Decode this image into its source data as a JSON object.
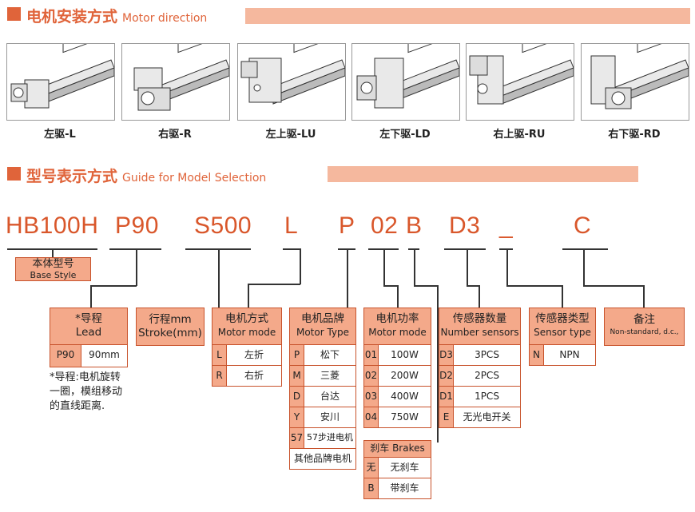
{
  "sections": {
    "direction": {
      "title_cn": "电机安装方式",
      "title_en": "Motor direction"
    },
    "model": {
      "title_cn": "型号表示方式",
      "title_en": "Guide for Model Selection"
    }
  },
  "directions": [
    "左驱-L",
    "右驱-R",
    "左上驱-LU",
    "左下驱-LD",
    "右上驱-RU",
    "右下驱-RD"
  ],
  "model_code": {
    "parts": [
      "HB100H",
      "P90",
      "S500",
      "L",
      "P",
      "02",
      "B",
      "D3",
      "_",
      "C"
    ]
  },
  "base_style": {
    "cn": "本体型号",
    "en": "Base Style"
  },
  "tables": {
    "lead": {
      "cn": "*导程",
      "en": "Lead",
      "rows": [
        [
          "P90",
          "90mm"
        ]
      ]
    },
    "stroke": {
      "cn": "行程mm",
      "en": "Stroke(mm)"
    },
    "motor_mode": {
      "cn": "电机方式",
      "en": "Motor mode",
      "rows": [
        [
          "L",
          "左折"
        ],
        [
          "R",
          "右折"
        ]
      ]
    },
    "motor_type": {
      "cn": "电机品牌",
      "en": "Motor Type",
      "rows": [
        [
          "P",
          "松下"
        ],
        [
          "M",
          "三菱"
        ],
        [
          "D",
          "台达"
        ],
        [
          "Y",
          "安川"
        ],
        [
          "57",
          "57步进电机"
        ]
      ],
      "extra": "其他品牌电机"
    },
    "motor_power": {
      "cn": "电机功率",
      "en": "Motor mode",
      "rows": [
        [
          "01",
          "100W"
        ],
        [
          "02",
          "200W"
        ],
        [
          "03",
          "400W"
        ],
        [
          "04",
          "750W"
        ]
      ]
    },
    "brakes": {
      "label": "刹车 Brakes",
      "rows": [
        [
          "无",
          "无刹车"
        ],
        [
          "B",
          "带刹车"
        ]
      ]
    },
    "sensors": {
      "cn": "传感器数量",
      "en": "Number sensors",
      "rows": [
        [
          "D3",
          "3PCS"
        ],
        [
          "D2",
          "2PCS"
        ],
        [
          "D1",
          "1PCS"
        ],
        [
          "E",
          "无光电开关"
        ]
      ]
    },
    "sensor_type": {
      "cn": "传感器类型",
      "en": "Sensor type",
      "rows": [
        [
          "N",
          "NPN"
        ]
      ]
    },
    "remark": {
      "cn": "备注",
      "en": "Non-standard, d.c.,"
    }
  },
  "lead_note": "*导程:电机旋转一圈，模组移动的直线距离."
}
